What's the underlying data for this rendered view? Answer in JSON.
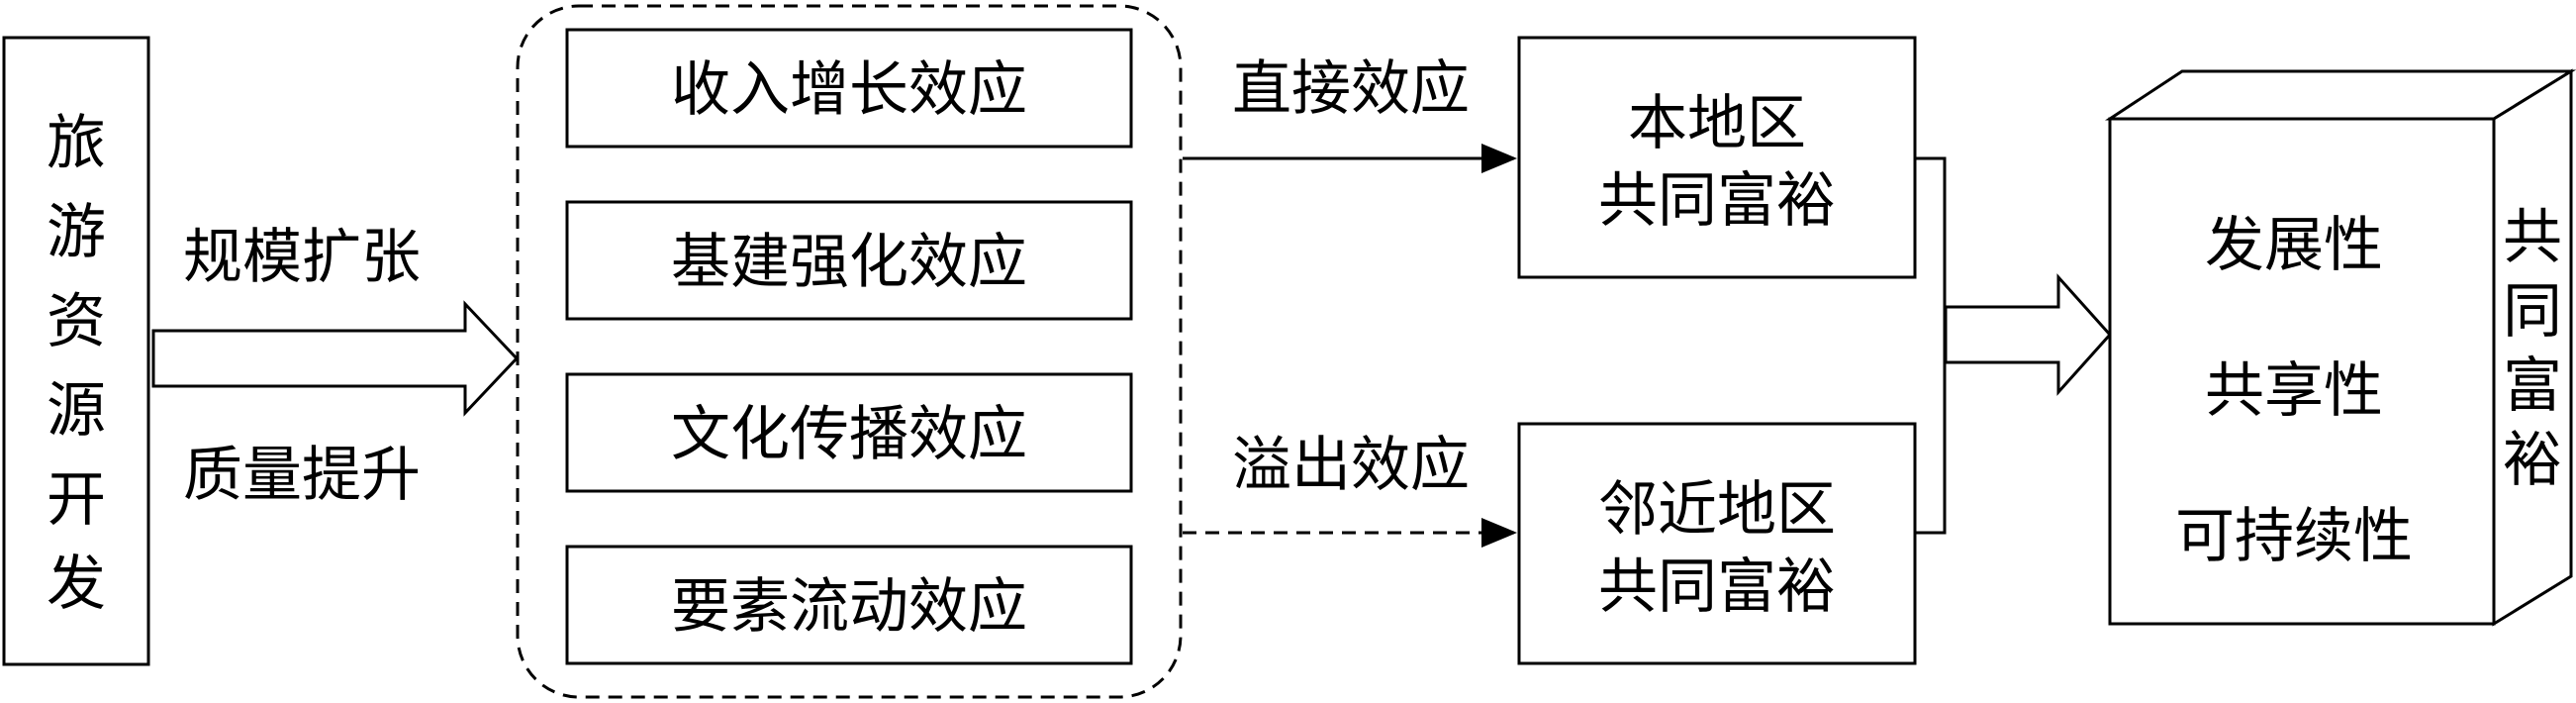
{
  "source": {
    "chars": [
      "旅",
      "游",
      "资",
      "源",
      "开",
      "发"
    ]
  },
  "arrow_labels": {
    "top": "规模扩张",
    "bottom": "质量提升"
  },
  "effects": [
    "收入增长效应",
    "基建强化效应",
    "文化传播效应",
    "要素流动效应"
  ],
  "paths": {
    "direct": "直接效应",
    "spillover": "溢出效应"
  },
  "local": {
    "line1": "本地区",
    "line2": "共同富裕"
  },
  "neighbor": {
    "line1": "邻近地区",
    "line2": "共同富裕"
  },
  "cube": {
    "properties": [
      "发展性",
      "共享性",
      "可持续性"
    ],
    "side_chars": [
      "共",
      "同",
      "富",
      "裕"
    ]
  }
}
